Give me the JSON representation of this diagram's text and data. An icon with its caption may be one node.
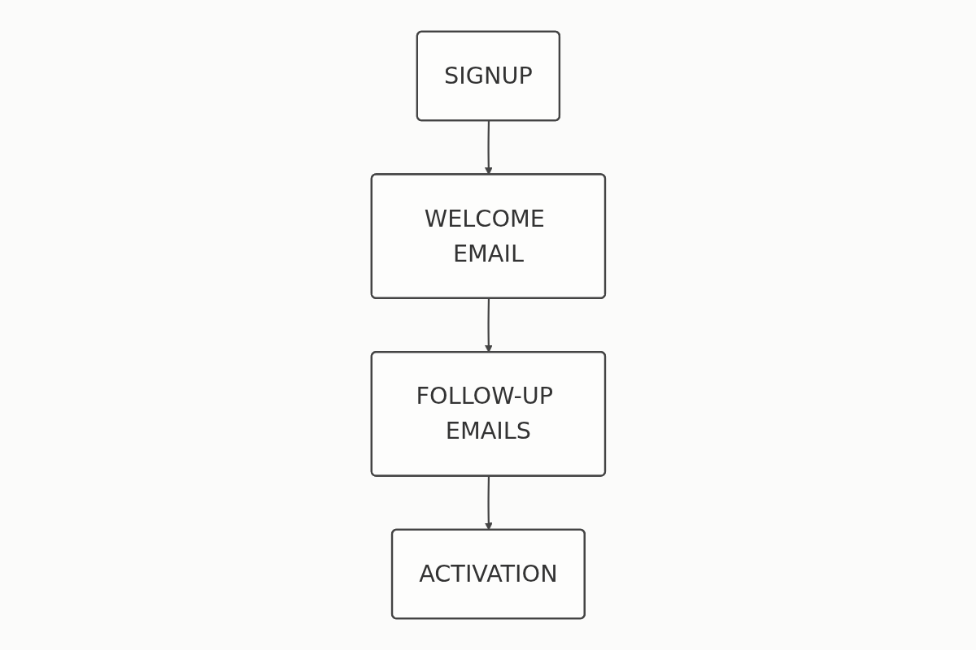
{
  "diagram": {
    "nodes": [
      {
        "text": [
          "SIGNUP"
        ]
      },
      {
        "text": [
          "WELCOME EMAIL"
        ]
      },
      {
        "text": [
          "FOLLOW-UP EMAILS"
        ]
      },
      {
        "text": [
          "ACTIVATION"
        ]
      }
    ],
    "edges": [
      {
        "from": 0,
        "to": 1,
        "arrow": "to"
      },
      {
        "from": 1,
        "to": 2,
        "arrow": "to"
      },
      {
        "from": 2,
        "to": 3,
        "arrow": "to"
      }
    ]
  }
}
